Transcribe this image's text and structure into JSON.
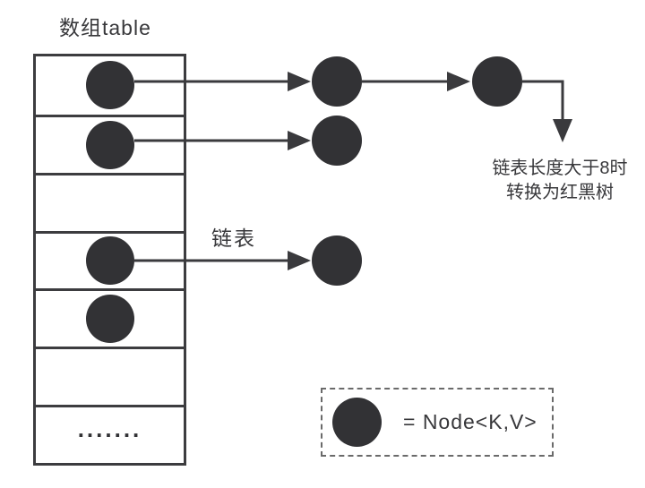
{
  "title": "数组table",
  "array": {
    "cells": [
      {
        "index": 0,
        "content": "node"
      },
      {
        "index": 1,
        "content": "node"
      },
      {
        "index": 2,
        "content": "empty"
      },
      {
        "index": 3,
        "content": "node"
      },
      {
        "index": 4,
        "content": "node"
      },
      {
        "index": 5,
        "content": "empty"
      },
      {
        "index": 6,
        "content": "dots"
      }
    ],
    "dots_label": "......."
  },
  "chains": [
    {
      "bucket_row": 0,
      "external_nodes": 2,
      "note": "chain continues to down-arrow annotation"
    },
    {
      "bucket_row": 1,
      "external_nodes": 1
    },
    {
      "bucket_row": 3,
      "external_nodes": 1,
      "label": "链表"
    }
  ],
  "labels": {
    "linked_list": "链表",
    "treeify_line1": "链表长度大于8时",
    "treeify_line2": "转换为红黑树"
  },
  "legend": {
    "text": "= Node<K,V>"
  },
  "colors": {
    "node_fill": "#323235",
    "line": "#3a3a3d",
    "border": "#3c3c3f",
    "text": "#38383b",
    "legend_border": "#6a6a6a",
    "background": "#ffffff"
  }
}
